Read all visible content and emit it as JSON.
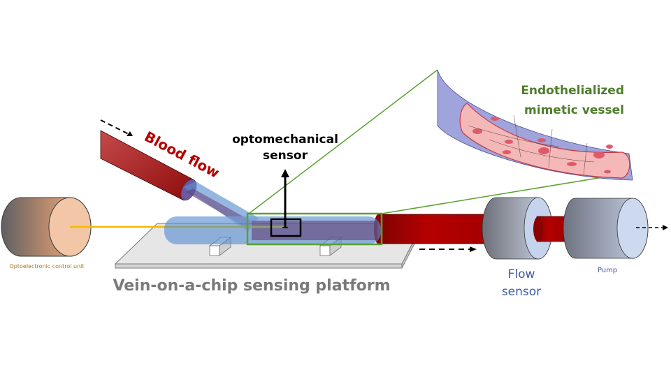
{
  "labels": {
    "control_unit": "Optoelectronic control unit",
    "blood_flow": "Blood flow",
    "sensor_line1": "optomechanical",
    "sensor_line2": "sensor",
    "vessel_line1": "Endothelialized",
    "vessel_line2": "mimetic vessel",
    "platform": "Vein-on-a-chip sensing platform",
    "flow_sensor_line1": "Flow",
    "flow_sensor_line2": "sensor",
    "pump": "Pump"
  },
  "colors": {
    "blood": "#a80000",
    "channel_blue": "#5b8fd0",
    "channel_purple": "#5d4a87",
    "zoom_box_green": "#5aa12f",
    "vessel_label_green": "#4d7d2a",
    "laser_yellow": "#f5b800",
    "platform_gray": "#e4e4e4",
    "platform_text": "#7a7a7a",
    "flow_text": "#3f5aa3",
    "control_text": "#a07a1c",
    "vessel_wall": "#a0a4dc",
    "vessel_lumen": "#f4b8b8",
    "vessel_nucleus": "#de5a6a"
  }
}
